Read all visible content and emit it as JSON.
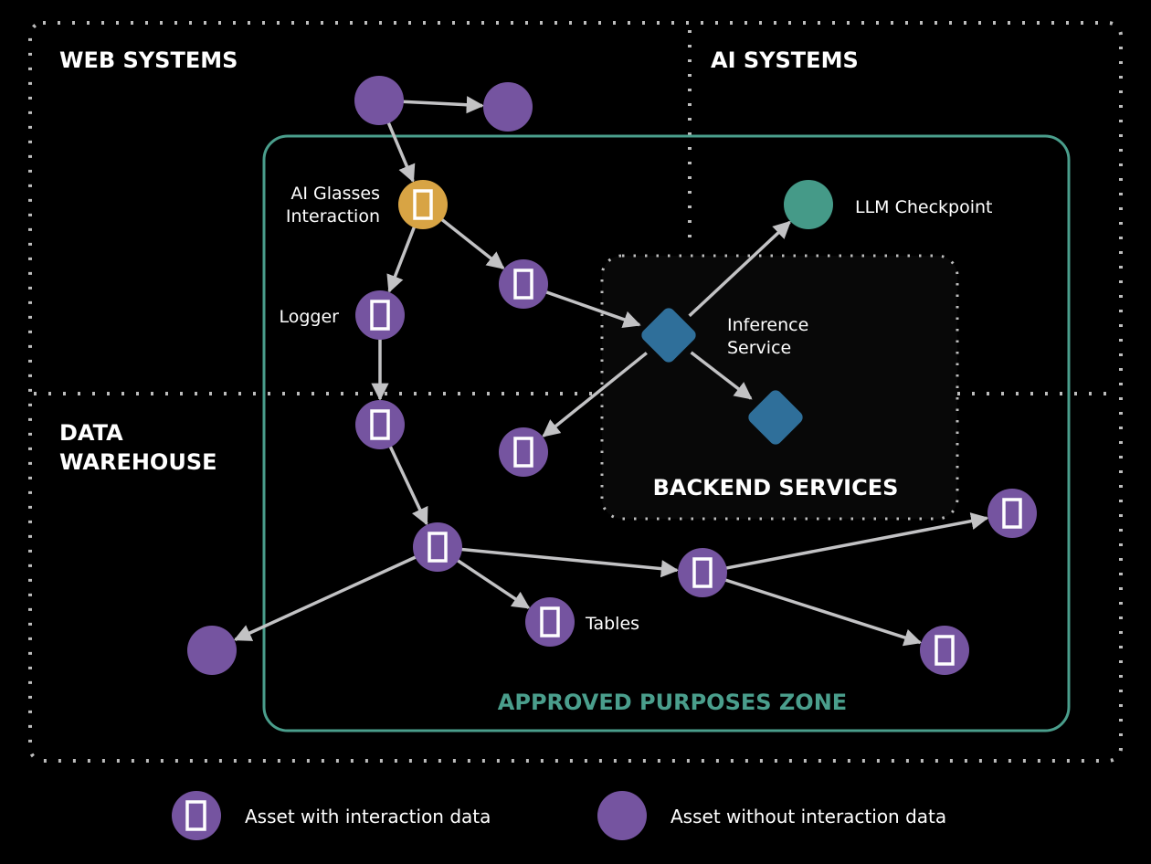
{
  "colors": {
    "background": "#000000",
    "asset": "#7554a0",
    "highlight_asset": "#d8a444",
    "checkpoint": "#459a88",
    "service": "#2f6f9a",
    "edge": "#c2c2c4",
    "zone_dotted": "#bdbdbd",
    "approved_zone": "#4a9e8c"
  },
  "zones": {
    "web_systems": "WEB SYSTEMS",
    "ai_systems": "AI SYSTEMS",
    "data_warehouse_line1": "DATA",
    "data_warehouse_line2": "WAREHOUSE",
    "backend_services": "BACKEND SERVICES",
    "approved_purposes": "APPROVED PURPOSES ZONE"
  },
  "nodes": [
    {
      "id": "web1",
      "type": "asset-plain",
      "label": ""
    },
    {
      "id": "web2",
      "type": "asset-plain",
      "label": ""
    },
    {
      "id": "glasses",
      "type": "asset-highlight",
      "label_lines": [
        "AI Glasses",
        "Interaction"
      ]
    },
    {
      "id": "logger",
      "type": "asset-data",
      "label": "Logger"
    },
    {
      "id": "mid1",
      "type": "asset-data",
      "label": ""
    },
    {
      "id": "inference",
      "type": "service",
      "label_lines": [
        "Inference",
        "Service"
      ]
    },
    {
      "id": "llm",
      "type": "checkpoint",
      "label": "LLM Checkpoint"
    },
    {
      "id": "svc2",
      "type": "service",
      "label": ""
    },
    {
      "id": "dw1",
      "type": "asset-data",
      "label": ""
    },
    {
      "id": "dw2",
      "type": "asset-data",
      "label": ""
    },
    {
      "id": "hub",
      "type": "asset-data",
      "label": ""
    },
    {
      "id": "tables",
      "type": "asset-data",
      "label": "Tables"
    },
    {
      "id": "dw_out",
      "type": "asset-plain",
      "label": ""
    },
    {
      "id": "right_mid",
      "type": "asset-data",
      "label": ""
    },
    {
      "id": "far_right_top",
      "type": "asset-data",
      "label": ""
    },
    {
      "id": "far_right_bottom",
      "type": "asset-data",
      "label": ""
    }
  ],
  "edges": [
    [
      "web1",
      "web2"
    ],
    [
      "web1",
      "glasses"
    ],
    [
      "glasses",
      "logger"
    ],
    [
      "glasses",
      "mid1"
    ],
    [
      "mid1",
      "inference"
    ],
    [
      "inference",
      "llm"
    ],
    [
      "inference",
      "svc2"
    ],
    [
      "inference",
      "dw2"
    ],
    [
      "logger",
      "dw1"
    ],
    [
      "dw1",
      "hub"
    ],
    [
      "hub",
      "tables"
    ],
    [
      "hub",
      "dw_out"
    ],
    [
      "hub",
      "right_mid"
    ],
    [
      "right_mid",
      "far_right_top"
    ],
    [
      "right_mid",
      "far_right_bottom"
    ]
  ],
  "legend": {
    "with_data": "Asset with interaction data",
    "without_data": "Asset without interaction data"
  }
}
